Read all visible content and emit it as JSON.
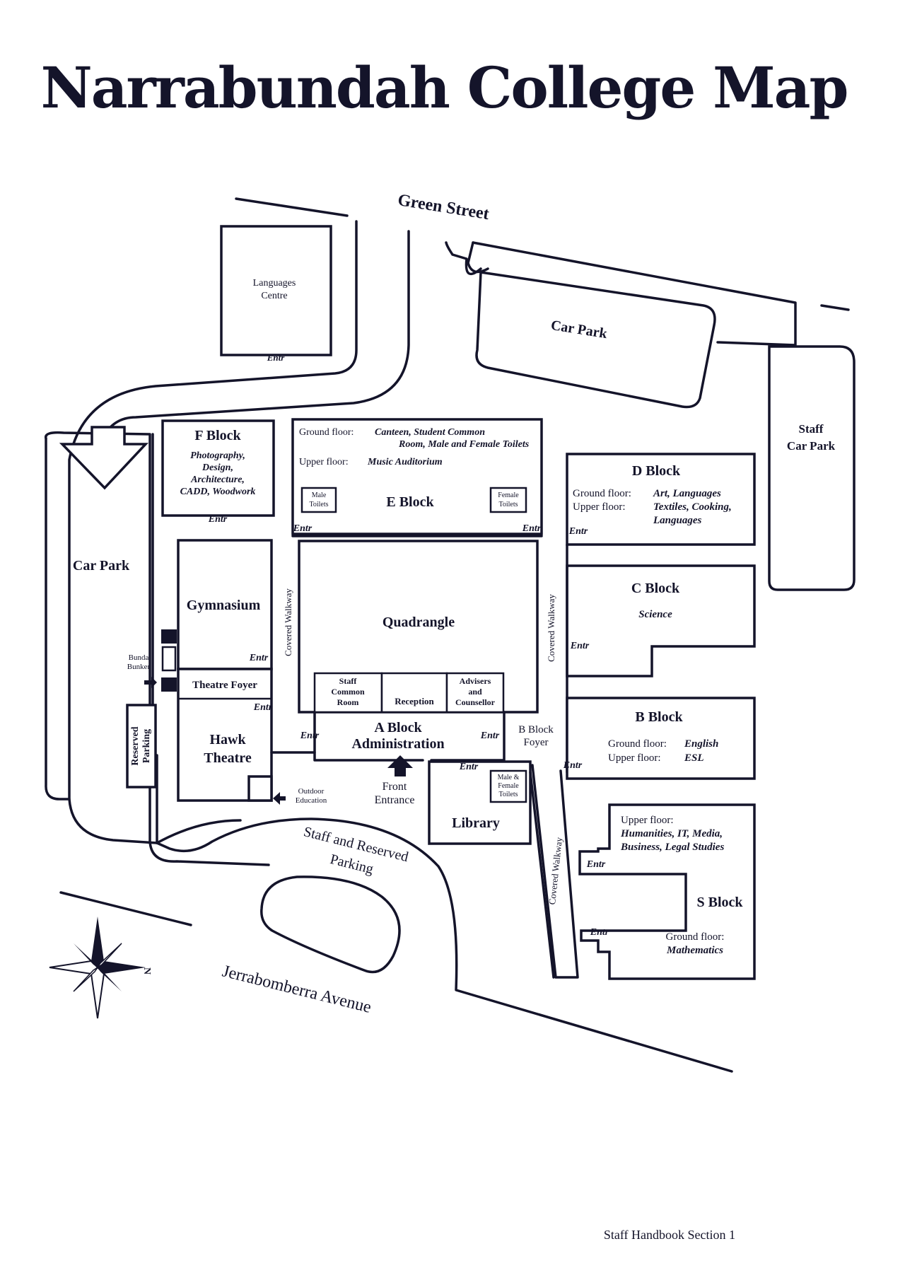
{
  "title": "Narrabundah College Map",
  "footer": "Staff Handbook Section 1",
  "streets": {
    "green": "Green Street",
    "jerrabomberra": "Jerrabomberra Avenue"
  },
  "labels": {
    "languages": [
      "Languages",
      "Centre"
    ],
    "entr": "Entr",
    "car_park_top": "Car Park",
    "car_park_left": "Car Park",
    "staff_car_park": [
      "Staff",
      "Car Park"
    ],
    "f_block": {
      "name": "F Block",
      "desc": [
        "Photography,",
        "Design,",
        "Architecture,",
        "CADD, Woodwork"
      ]
    },
    "e_block": {
      "name": "E Block",
      "ground_prefix": "Ground floor:",
      "ground": [
        "Canteen, Student Common",
        "Room, Male and Female Toilets"
      ],
      "upper_prefix": "Upper floor:",
      "upper": "Music Auditorium",
      "male_toilets": [
        "Male",
        "Toilets"
      ],
      "female_toilets": [
        "Female",
        "Toilets"
      ]
    },
    "d_block": {
      "name": "D Block",
      "ground_prefix": "Ground floor:",
      "ground": "Art, Languages",
      "upper_prefix": "Upper floor:",
      "upper": [
        "Textiles, Cooking,",
        "Languages"
      ]
    },
    "c_block": {
      "name": "C Block",
      "desc": "Science"
    },
    "b_block": {
      "name": "B Block",
      "ground_prefix": "Ground floor:",
      "ground": "English",
      "upper_prefix": "Upper floor:",
      "upper": "ESL"
    },
    "b_block_foyer": [
      "B Block",
      "Foyer"
    ],
    "s_block": {
      "name": "S Block",
      "upper_prefix": "Upper floor:",
      "upper": [
        "Humanities, IT, Media,",
        "Business, Legal Studies"
      ],
      "ground_prefix": "Ground floor:",
      "ground": "Mathematics"
    },
    "gymnasium": "Gymnasium",
    "theatre_foyer": "Theatre Foyer",
    "hawk_theatre": [
      "Hawk",
      "Theatre"
    ],
    "quadrangle": "Quadrangle",
    "staff_common_room": [
      "Staff",
      "Common",
      "Room"
    ],
    "reception": "Reception",
    "advisers": [
      "Advisers",
      "and",
      "Counsellor"
    ],
    "a_block": [
      "A Block",
      "Administration"
    ],
    "front_entrance": [
      "Front",
      "Entrance"
    ],
    "library": "Library",
    "library_toilets": [
      "Male &",
      "Female",
      "Toilets"
    ],
    "covered_walkway": "Covered Walkway",
    "bunda_bunker": [
      "Bunda",
      "Bunker"
    ],
    "reserved_parking": [
      "Reserved",
      "Parking"
    ],
    "outdoor_education": [
      "Outdoor",
      "Education"
    ],
    "staff_reserved_parking": [
      "Staff and Reserved",
      "Parking"
    ],
    "north": "N"
  }
}
